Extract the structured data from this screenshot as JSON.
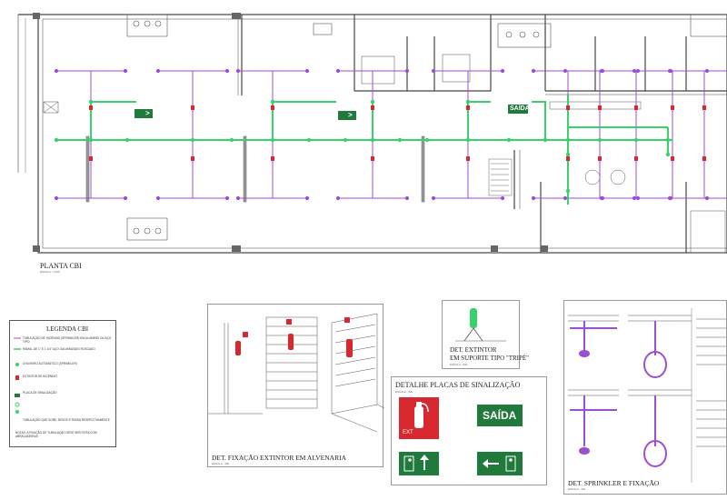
{
  "plan": {
    "title": "PLANTA CBI",
    "scale": "ESCALA - 1:100",
    "exit_signs": [
      ">",
      ">",
      "SAÍDA"
    ]
  },
  "legend": {
    "title": "LEGENDA CBI",
    "items": [
      "TUBULAÇÃO DE INCÊNDIO (SPRINKLER) EM ALUMÍNIO OU AÇO TIPO",
      "RAMAL DE 1\" E 1 1/4\" AÇO GALVANIZADO ROSCADO",
      "CHUVEIRO AUTOMÁTICO (SPRINKLER)",
      "EXTINTOR DE INCÊNDIO",
      "PLACA DE SINALIZAÇÃO",
      "TUBULAÇÃO QUE SOBE, DESCE E PASSA RESPECTIVAMENTE",
      "NOTAS: A FIXAÇÃO DE TUBULAÇÃO DEVE SER FEITA COM ABRAÇADEIRAS"
    ]
  },
  "detail_extinguisher_wall": {
    "title": "DET. FIXAÇÃO EXTINTOR EM ALVENARIA",
    "scale": "ESCALA - S/E"
  },
  "detail_tripod": {
    "title_line1": "DET. EXTINTOR",
    "title_line2": "EM SUPORTE TIPO \"TRIPÉ\"",
    "scale": "ESCALA - S/E"
  },
  "detail_signs": {
    "title": "DETALHE PLACAS DE SINALIZAÇÃO",
    "scale": "ESCALA - S/E",
    "sign_ext": "EXT",
    "sign_exit": "SAÍDA",
    "colors": {
      "red": "#d7282f",
      "green": "#1f7a3c"
    }
  },
  "detail_sprinkler": {
    "title": "DET. SPRINKLER E FIXAÇÃO",
    "scale": "ESCALA - S/E"
  },
  "colors": {
    "pipe": "#39d26a",
    "branch": "#9b4fd3",
    "wall": "#444444"
  }
}
